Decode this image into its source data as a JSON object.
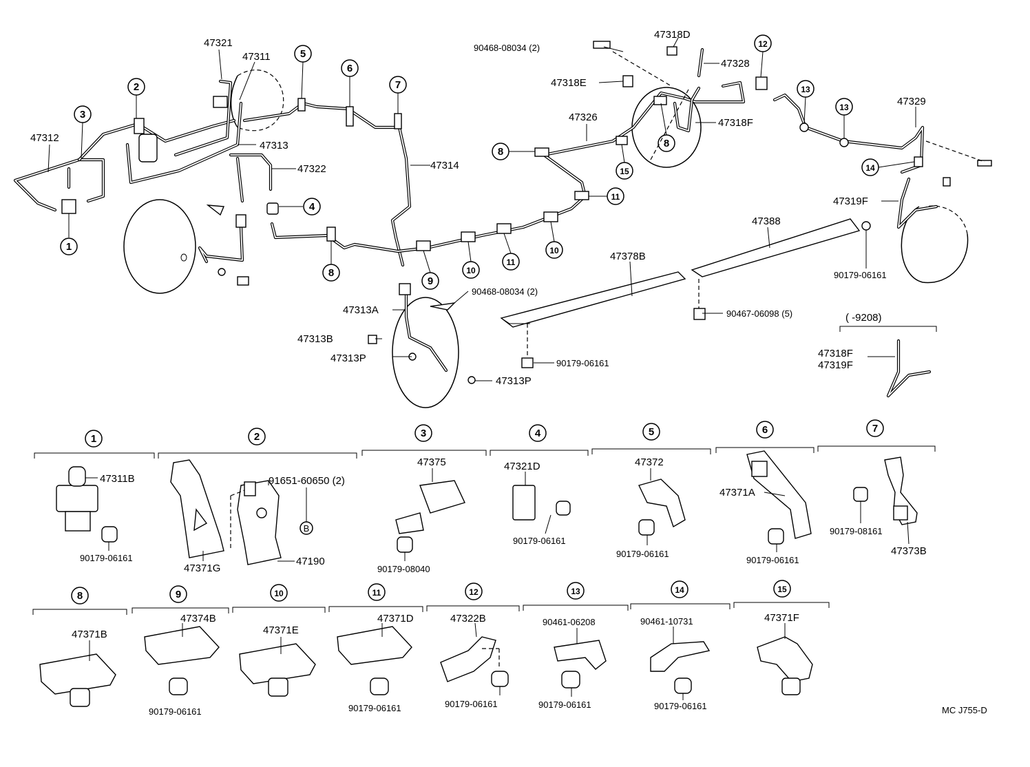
{
  "labels": {
    "p47321": "47321",
    "p47311": "47311",
    "p47312": "47312",
    "p47313": "47313",
    "p47322": "47322",
    "p47314": "47314",
    "p47313A": "47313A",
    "p47313B": "47313B",
    "p47313P_a": "47313P",
    "p47313P_b": "47313P",
    "p90468_a": "90468-08034 (2)",
    "p90468_b": "90468-08034 (2)",
    "p47318D": "47318D",
    "p47328": "47328",
    "p47318E": "47318E",
    "p47326": "47326",
    "p47318F_top": "47318F",
    "p47329": "47329",
    "p47319F_top": "47319F",
    "p47388": "47388",
    "p47378B": "47378B",
    "p90179_top_right": "90179-06161",
    "p90467": "90467-06098 (5)",
    "p90179_mid": "90179-06161",
    "p9208": "(        -9208)",
    "p47318F_inset": "47318F",
    "p47319F_inset": "47319F",
    "drawing_code": "MC J755-D"
  },
  "callouts_top": [
    {
      "id": "c1",
      "num": "1"
    },
    {
      "id": "c2",
      "num": "2"
    },
    {
      "id": "c3",
      "num": "3"
    },
    {
      "id": "c4",
      "num": "4"
    },
    {
      "id": "c5",
      "num": "5"
    },
    {
      "id": "c6",
      "num": "6"
    },
    {
      "id": "c7",
      "num": "7"
    },
    {
      "id": "c8a",
      "num": "8"
    },
    {
      "id": "c8b",
      "num": "8"
    },
    {
      "id": "c8c",
      "num": "8"
    },
    {
      "id": "c9",
      "num": "9"
    },
    {
      "id": "c10a",
      "num": "10"
    },
    {
      "id": "c10b",
      "num": "10"
    },
    {
      "id": "c11a",
      "num": "11"
    },
    {
      "id": "c11b",
      "num": "11"
    },
    {
      "id": "c12",
      "num": "12"
    },
    {
      "id": "c13a",
      "num": "13"
    },
    {
      "id": "c13b",
      "num": "13"
    },
    {
      "id": "c14",
      "num": "14"
    },
    {
      "id": "c15",
      "num": "15"
    }
  ],
  "groups": [
    {
      "num": "1",
      "parts": [
        "47311B",
        "90179-06161"
      ]
    },
    {
      "num": "2",
      "parts": [
        "91651-60650 (2)",
        "B",
        "47371G",
        "47190"
      ]
    },
    {
      "num": "3",
      "parts": [
        "47375",
        "90179-08040"
      ]
    },
    {
      "num": "4",
      "parts": [
        "47321D",
        "90179-06161"
      ]
    },
    {
      "num": "5",
      "parts": [
        "47372",
        "90179-06161"
      ]
    },
    {
      "num": "6",
      "parts": [
        "47371A",
        "90179-06161"
      ]
    },
    {
      "num": "7",
      "parts": [
        "90179-08161",
        "47373B"
      ]
    },
    {
      "num": "8",
      "parts": [
        "47371B"
      ]
    },
    {
      "num": "9",
      "parts": [
        "47374B",
        "90179-06161"
      ]
    },
    {
      "num": "10",
      "parts": [
        "47371E"
      ]
    },
    {
      "num": "11",
      "parts": [
        "47371D",
        "90179-06161"
      ]
    },
    {
      "num": "12",
      "parts": [
        "47322B",
        "90179-06161"
      ]
    },
    {
      "num": "13",
      "parts": [
        "90461-06208",
        "90179-06161"
      ]
    },
    {
      "num": "14",
      "parts": [
        "90461-10731",
        "90179-06161"
      ]
    },
    {
      "num": "15",
      "parts": [
        "47371F"
      ]
    }
  ]
}
